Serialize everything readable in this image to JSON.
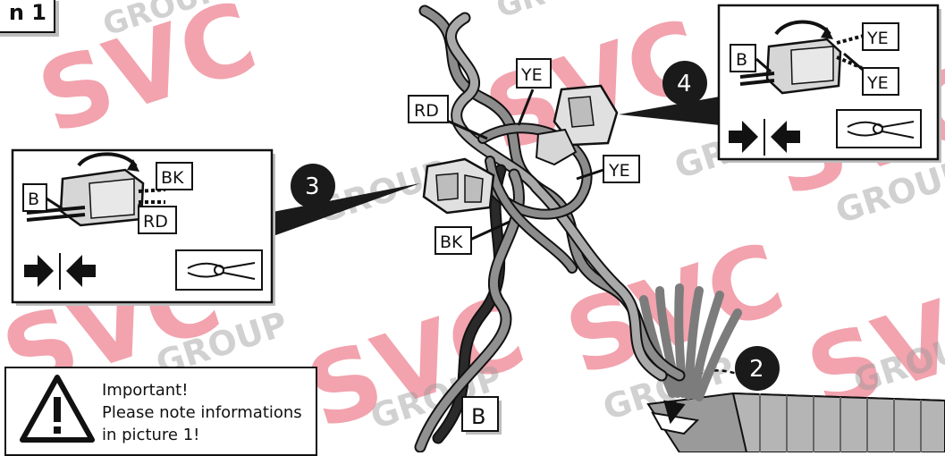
{
  "header": {
    "picture_tab": "n 1"
  },
  "watermark": {
    "brand": "SVC",
    "sub": "GROUP",
    "color": "#e8596c"
  },
  "steps": {
    "step2": "2",
    "step3": "3",
    "step4": "4"
  },
  "wire_tags": {
    "rd": "RD",
    "ye_top": "YE",
    "ye_mid": "YE",
    "bk": "BK",
    "b_bottom": "B"
  },
  "callout_left": {
    "b": "B",
    "bk": "BK",
    "rd": "RD",
    "icons": [
      "push-together-icon",
      "crimp-pliers-icon"
    ]
  },
  "callout_right": {
    "b": "B",
    "ye_top": "YE",
    "ye_bottom": "YE",
    "icons": [
      "push-together-icon",
      "crimp-pliers-icon"
    ]
  },
  "warning": {
    "title": "Important!",
    "line1": "Please note informations",
    "line2": "in picture 1!",
    "icon": "warning-triangle-icon"
  },
  "colors": {
    "cable_gray": "#8c8c8c",
    "cable_dark": "#2a2a2a",
    "connector": "#d6d6d6",
    "shadow": "#bdbdbd"
  }
}
